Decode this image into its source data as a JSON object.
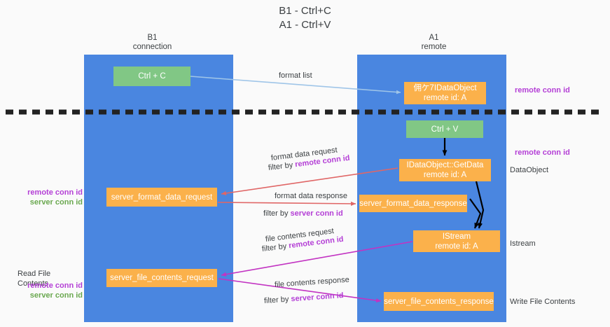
{
  "title": {
    "line1": "B1 - Ctrl+C",
    "line2": "A1 - Ctrl+V"
  },
  "columns": [
    {
      "name": "B1",
      "role": "connection"
    },
    {
      "name": "A1",
      "role": "remote"
    }
  ],
  "nodes": {
    "ctrl_c": {
      "label": "Ctrl + C",
      "sub": "",
      "color": "#81c785"
    },
    "idataobject": {
      "label": "佣ケ7IDataObject",
      "sub": "remote id: A",
      "color": "#fbb14b"
    },
    "ctrl_v": {
      "label": "Ctrl + V",
      "sub": "",
      "color": "#81c785"
    },
    "getdata": {
      "label": "IDataObject::GetData",
      "sub": "remote id: A",
      "color": "#fbb14b"
    },
    "fmt_request": {
      "label": "server_format_data_request",
      "sub": "",
      "color": "#fbb14b"
    },
    "fmt_response": {
      "label": "server_format_data_response",
      "sub": "",
      "color": "#fbb14b"
    },
    "istream": {
      "label": "IStream",
      "sub": "remote id: A",
      "color": "#fbb14b"
    },
    "file_request": {
      "label": "server_file_contents_request",
      "sub": "",
      "color": "#fbb14b"
    },
    "file_response": {
      "label": "server_file_contents_response",
      "sub": "",
      "color": "#fbb14b"
    }
  },
  "edge_labels": {
    "format_list": "format list",
    "format_data_request": "format data request",
    "format_data_request_filter_prefix": "filter by ",
    "format_data_request_filter_key": "remote conn id",
    "format_data_response": "format data response",
    "format_data_response_filter_prefix": "filter by ",
    "format_data_response_filter_key": "server conn id",
    "file_contents_request": "file contents request",
    "file_contents_request_filter_prefix": "filter by ",
    "file_contents_request_filter_key": "remote conn id",
    "file_contents_response": "file contents response",
    "file_contents_response_filter_prefix": "filter by ",
    "file_contents_response_filter_key": "server conn id"
  },
  "annotations": {
    "right_remote_conn_id_top": "remote conn id",
    "right_remote_conn_id_mid": "remote conn id",
    "right_dataobject": "DataObject",
    "right_istream": "Istream",
    "right_write_file_contents": "Write File Contents",
    "left_remote_conn_id": "remote conn id",
    "left_server_conn_id": "server conn id",
    "left_read_file_contents": "Read File Contents",
    "left_remote_conn_id_2": "remote conn id",
    "left_server_conn_id_2": "server conn id"
  },
  "colors": {
    "lane": "#4a86e0",
    "green_node": "#81c785",
    "orange_node": "#fbb14b",
    "purple_key": "#b43fd6",
    "green_key": "#6aa84f",
    "arrow_blue": "#9fc5e8",
    "arrow_red": "#e06666",
    "arrow_magenta": "#c233c2",
    "arrow_black": "#000000",
    "divider": "#222222",
    "background": "#fafafa"
  }
}
